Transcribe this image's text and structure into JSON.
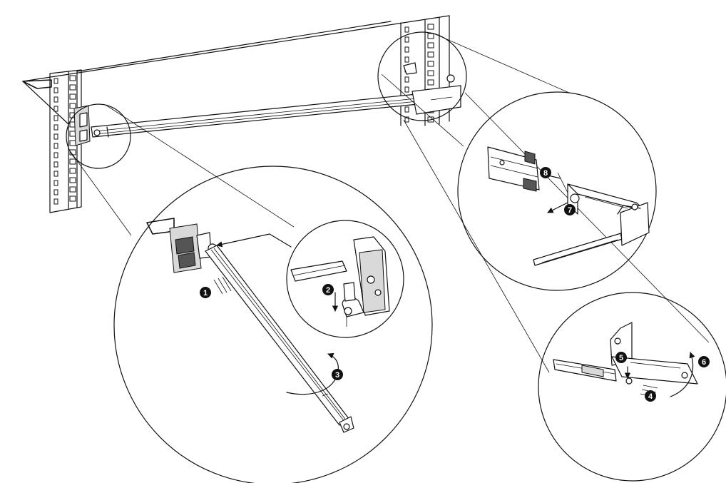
{
  "diagram": {
    "step_markers": [
      {
        "label": "1"
      },
      {
        "label": "2"
      },
      {
        "label": "3"
      },
      {
        "label": "4"
      },
      {
        "label": "5"
      },
      {
        "label": "6"
      },
      {
        "label": "7"
      },
      {
        "label": "8"
      }
    ],
    "colors": {
      "line": "#111111",
      "marker_fill": "#111111",
      "marker_text": "#ffffff",
      "background": "#ffffff"
    }
  }
}
